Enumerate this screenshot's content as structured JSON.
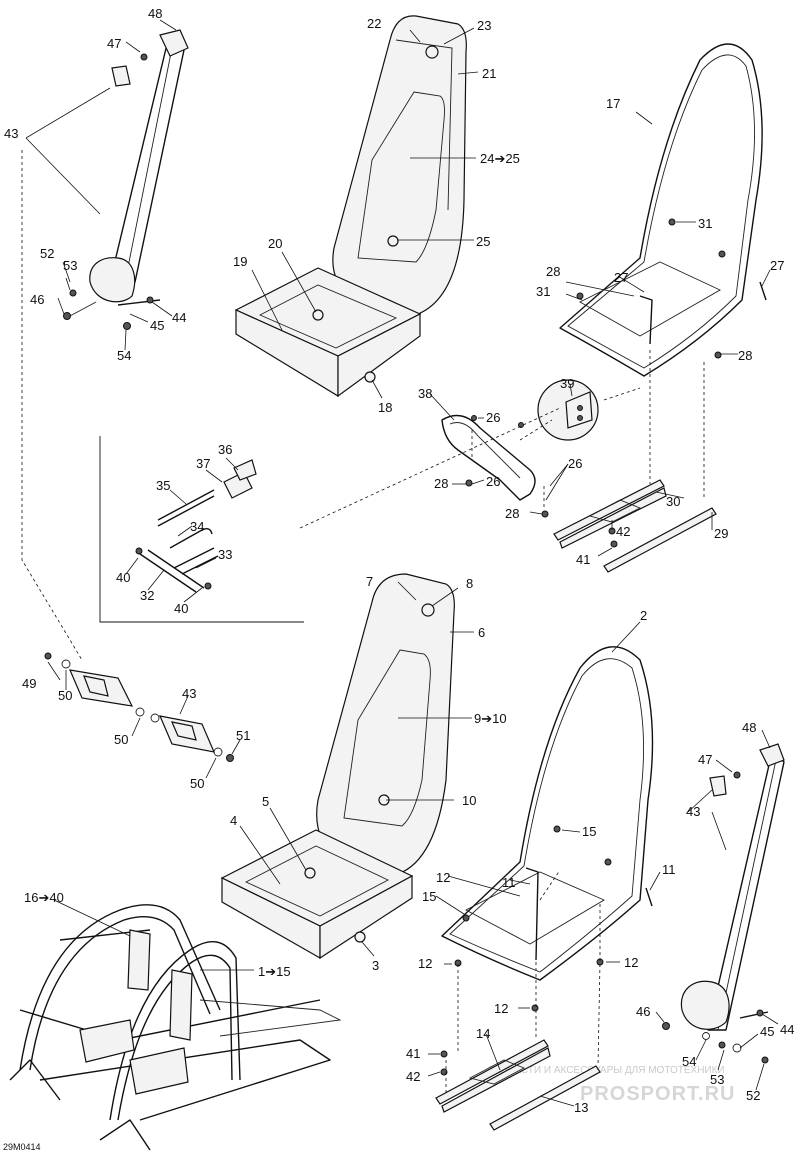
{
  "diagram": {
    "code": "29M0414",
    "watermark": {
      "line1": "ЗАПЧАСТИ И АКСЕССУАРЫ ДЛЯ МОТОТЕХНИКИ",
      "line2": "PROSPORT.RU"
    },
    "callouts": [
      {
        "id": "48a",
        "text": "48"
      },
      {
        "id": "47a",
        "text": "47"
      },
      {
        "id": "43a",
        "text": "43"
      },
      {
        "id": "52a",
        "text": "52"
      },
      {
        "id": "53a",
        "text": "53"
      },
      {
        "id": "46a",
        "text": "46"
      },
      {
        "id": "44a",
        "text": "44"
      },
      {
        "id": "45a",
        "text": "45"
      },
      {
        "id": "54a",
        "text": "54"
      },
      {
        "id": "22",
        "text": "22"
      },
      {
        "id": "23",
        "text": "23"
      },
      {
        "id": "21",
        "text": "21"
      },
      {
        "id": "24",
        "text": "24➔25"
      },
      {
        "id": "25",
        "text": "25"
      },
      {
        "id": "20",
        "text": "20"
      },
      {
        "id": "19",
        "text": "19"
      },
      {
        "id": "18",
        "text": "18"
      },
      {
        "id": "17",
        "text": "17"
      },
      {
        "id": "31a",
        "text": "31"
      },
      {
        "id": "27a",
        "text": "27"
      },
      {
        "id": "28a",
        "text": "28"
      },
      {
        "id": "27b",
        "text": "27"
      },
      {
        "id": "31b",
        "text": "31"
      },
      {
        "id": "28b",
        "text": "28"
      },
      {
        "id": "39",
        "text": "39"
      },
      {
        "id": "38",
        "text": "38"
      },
      {
        "id": "26a",
        "text": "26"
      },
      {
        "id": "26b",
        "text": "26"
      },
      {
        "id": "26c",
        "text": "26"
      },
      {
        "id": "28c",
        "text": "28"
      },
      {
        "id": "28d",
        "text": "28"
      },
      {
        "id": "30",
        "text": "30"
      },
      {
        "id": "42a",
        "text": "42"
      },
      {
        "id": "29",
        "text": "29"
      },
      {
        "id": "41a",
        "text": "41"
      },
      {
        "id": "36",
        "text": "36"
      },
      {
        "id": "37",
        "text": "37"
      },
      {
        "id": "35",
        "text": "35"
      },
      {
        "id": "34",
        "text": "34"
      },
      {
        "id": "33",
        "text": "33"
      },
      {
        "id": "40a",
        "text": "40"
      },
      {
        "id": "32",
        "text": "32"
      },
      {
        "id": "40b",
        "text": "40"
      },
      {
        "id": "7",
        "text": "7"
      },
      {
        "id": "8",
        "text": "8"
      },
      {
        "id": "6",
        "text": "6"
      },
      {
        "id": "9",
        "text": "9➔10"
      },
      {
        "id": "10",
        "text": "10"
      },
      {
        "id": "5",
        "text": "5"
      },
      {
        "id": "4",
        "text": "4"
      },
      {
        "id": "3",
        "text": "3"
      },
      {
        "id": "2",
        "text": "2"
      },
      {
        "id": "15a",
        "text": "15"
      },
      {
        "id": "11a",
        "text": "11"
      },
      {
        "id": "11b",
        "text": "11"
      },
      {
        "id": "12a",
        "text": "12"
      },
      {
        "id": "15b",
        "text": "15"
      },
      {
        "id": "12b",
        "text": "12"
      },
      {
        "id": "12c",
        "text": "12"
      },
      {
        "id": "12d",
        "text": "12"
      },
      {
        "id": "14",
        "text": "14"
      },
      {
        "id": "41b",
        "text": "41"
      },
      {
        "id": "42b",
        "text": "42"
      },
      {
        "id": "13",
        "text": "13"
      },
      {
        "id": "49",
        "text": "49"
      },
      {
        "id": "50a",
        "text": "50"
      },
      {
        "id": "43b",
        "text": "43"
      },
      {
        "id": "50b",
        "text": "50"
      },
      {
        "id": "51",
        "text": "51"
      },
      {
        "id": "50c",
        "text": "50"
      },
      {
        "id": "16",
        "text": "16➔40"
      },
      {
        "id": "1",
        "text": "1➔15"
      },
      {
        "id": "48b",
        "text": "48"
      },
      {
        "id": "47b",
        "text": "47"
      },
      {
        "id": "43c",
        "text": "43"
      },
      {
        "id": "46b",
        "text": "46"
      },
      {
        "id": "45b",
        "text": "45"
      },
      {
        "id": "44b",
        "text": "44"
      },
      {
        "id": "54b",
        "text": "54"
      },
      {
        "id": "53b",
        "text": "53"
      },
      {
        "id": "52b",
        "text": "52"
      }
    ]
  }
}
